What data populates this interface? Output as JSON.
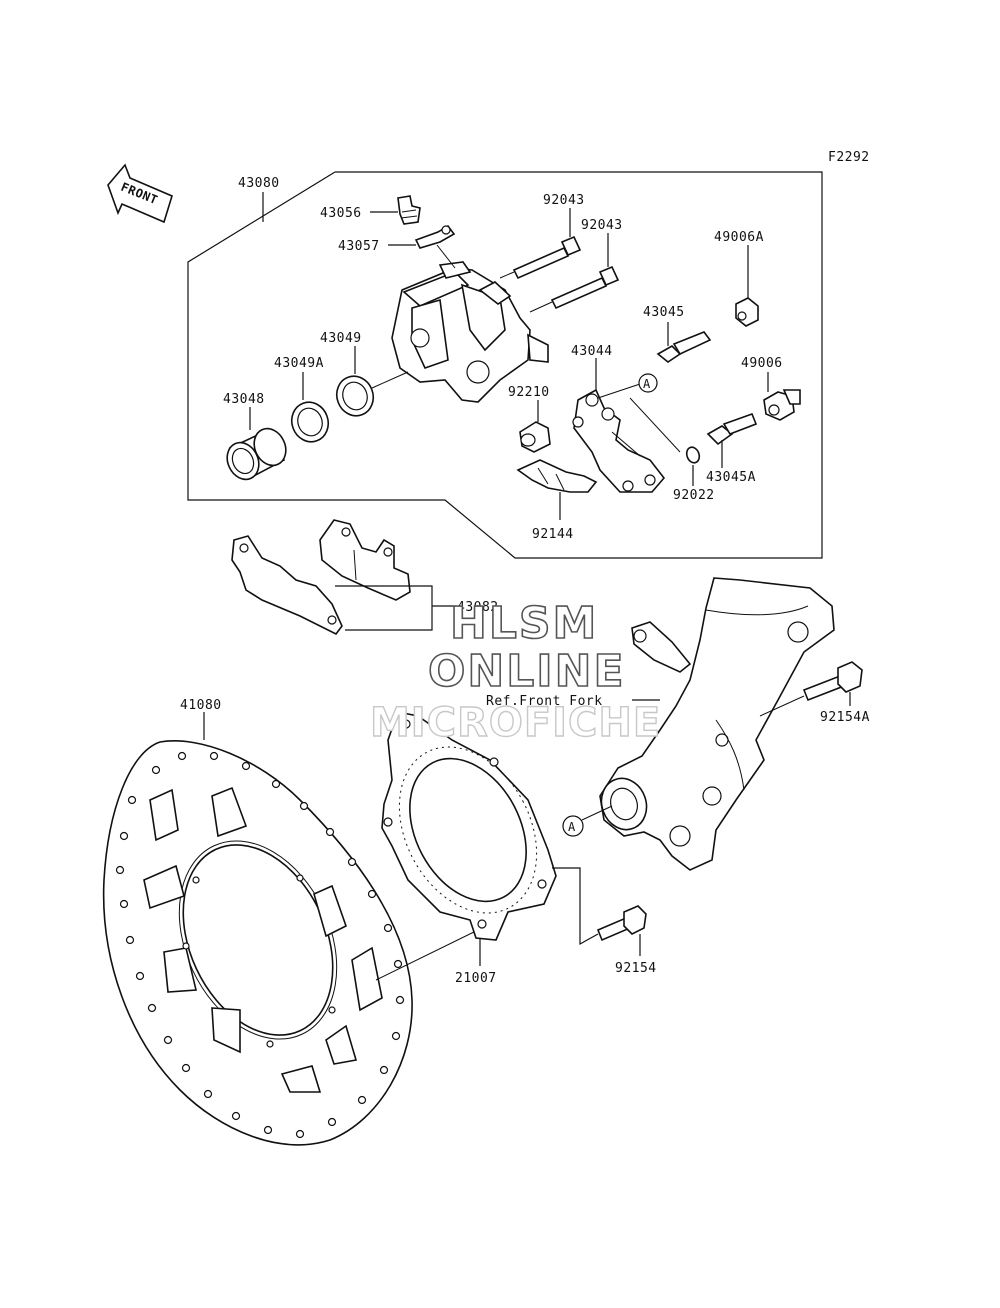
{
  "figure_code": "F2292",
  "front_arrow_label": "FRONT",
  "parts": {
    "p43080": "43080",
    "p43056": "43056",
    "p43057": "43057",
    "p92043a": "92043",
    "p92043b": "92043",
    "p49006A": "49006A",
    "p43045": "43045",
    "p43049": "43049",
    "p43049A": "43049A",
    "p43044": "43044",
    "p49006": "49006",
    "p43048": "43048",
    "p92210": "92210",
    "p43045A": "43045A",
    "p92022": "92022",
    "p92144": "92144",
    "p43082": "43082",
    "p41080": "41080",
    "p92154A": "92154A",
    "p21007": "21007",
    "p92154": "92154"
  },
  "callout_a1": "A",
  "callout_a2": "A",
  "ref_front_fork": "Ref.Front Fork",
  "watermark": {
    "line1": "HLSM",
    "line2": "ONLINE",
    "line3": "MICROFICHE"
  }
}
